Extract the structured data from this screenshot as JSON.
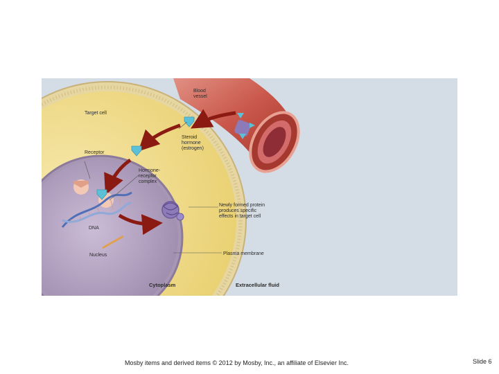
{
  "figure": {
    "labels": {
      "blood_vessel": "Blood\nvessel",
      "target_cell": "Target cell",
      "steroid_hormone": "Steroid\nhormone\n(estrogen)",
      "receptor": "Receptor",
      "hormone_receptor_complex": "Hormone-\nreceptor\ncomplex",
      "dna": "DNA",
      "nucleus": "Nucleus",
      "new_protein": "Newly formed protein\nproduces specific\neffects in target cell",
      "plasma_membrane": "Plasma membrane",
      "cytoplasm": "Cytoplasm",
      "extracellular_fluid": "Extracellular fluid"
    },
    "colors": {
      "background": "#d4dde5",
      "cytoplasm": "#f1dc8e",
      "nucleus": "#b9a9c4",
      "vessel": "#c9574a",
      "arrow": "#8b1a12",
      "hormone": "#5cc1d6",
      "protein": "#8c7bb8"
    }
  },
  "footer": {
    "copyright": "Mosby items and derived items © 2012 by Mosby, Inc., an affiliate of Elsevier Inc.",
    "slide_number": "Slide 6"
  }
}
